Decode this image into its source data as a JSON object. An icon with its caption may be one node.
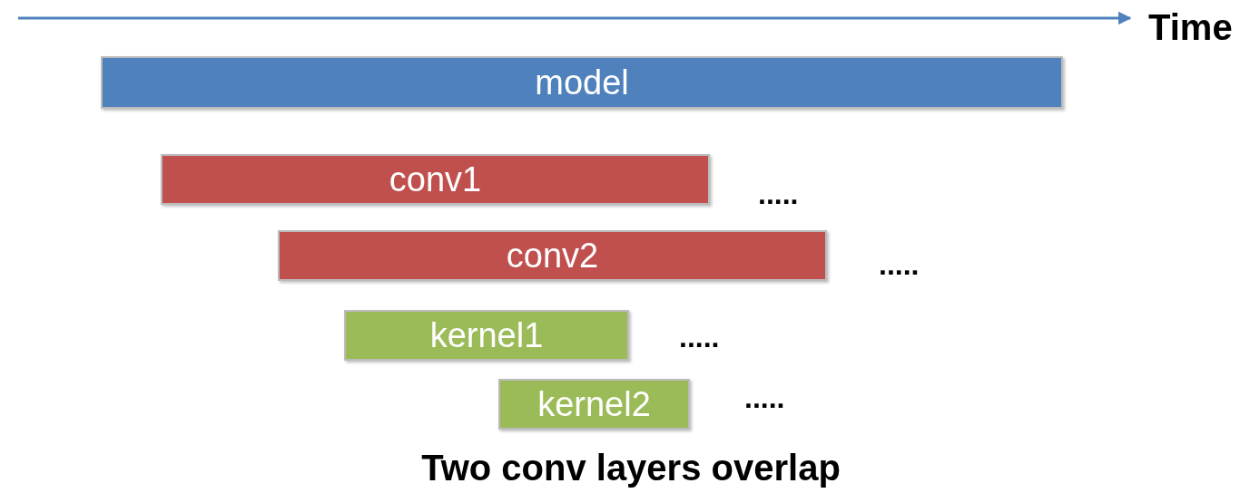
{
  "diagram": {
    "caption": "Two conv layers overlap",
    "nodes": [
      {
        "text": [
          "model"
        ]
      },
      {
        "text": [
          "conv1"
        ]
      },
      {
        "text": [
          "conv2"
        ]
      },
      {
        "text": [
          "kernel1"
        ]
      },
      {
        "text": [
          "kernel2"
        ]
      }
    ],
    "edges": [],
    "labels": [
      "Time",
      ".....",
      ".....",
      ".....",
      "....."
    ]
  }
}
